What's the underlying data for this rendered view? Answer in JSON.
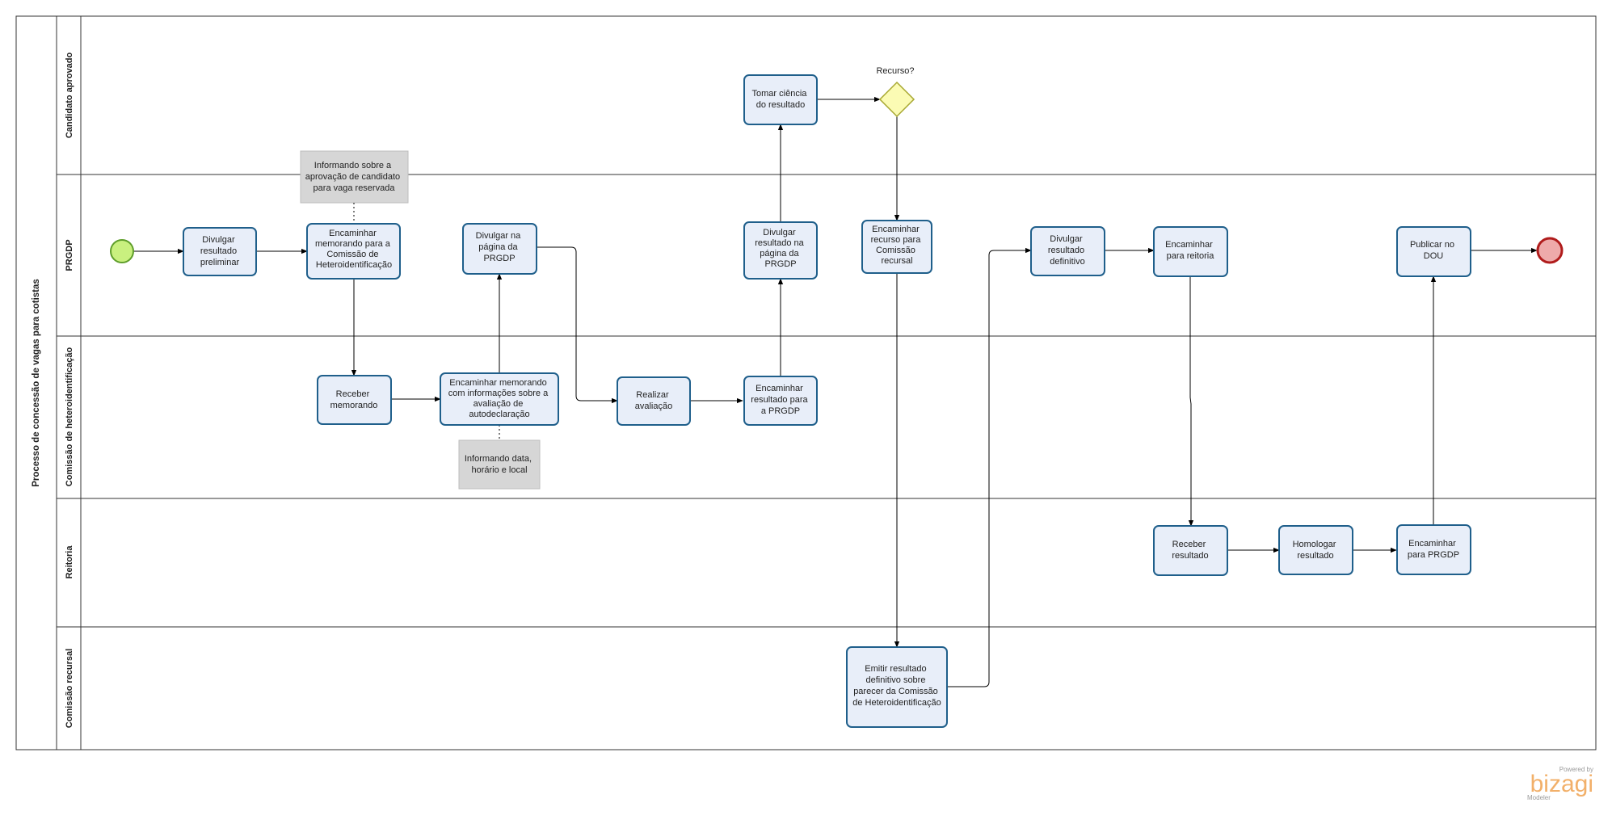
{
  "pool": {
    "label": "Processo de concessão de vagas para cotistas"
  },
  "lanes": [
    {
      "label": "Candidato aprovado"
    },
    {
      "label": "PRGDP"
    },
    {
      "label": "Comissão de heteroidentificação"
    },
    {
      "label": "Reitoria"
    },
    {
      "label": "Comissão recursal"
    }
  ],
  "tasks": {
    "divulgar_preliminar": [
      "Divulgar",
      "resultado",
      "preliminar"
    ],
    "encaminhar_memorando": [
      "Encaminhar",
      "memorando para a",
      "Comissão de",
      "Heteroidentificação"
    ],
    "receber_memorando": [
      "Receber",
      "memorando"
    ],
    "encaminhar_info": [
      "Encaminhar memorando",
      "com informações sobre a",
      "avaliação de",
      "autodeclaração"
    ],
    "divulgar_pagina": [
      "Divulgar na",
      "página da",
      "PRGDP"
    ],
    "realizar_avaliacao": [
      "Realizar",
      "avaliação"
    ],
    "encaminhar_resultado": [
      "Encaminhar",
      "resultado para",
      "a PRGDP"
    ],
    "divulgar_resultado_pagina": [
      "Divulgar",
      "resultado na",
      "página da",
      "PRGDP"
    ],
    "tomar_ciencia": [
      "Tomar ciência",
      "do resultado"
    ],
    "encaminhar_recurso": [
      "Encaminhar",
      "recurso para",
      "Comissão",
      "recursal"
    ],
    "emitir_resultado": [
      "Emitir resultado",
      "definitivo sobre",
      "parecer da Comissão",
      "de Heteroidentificação"
    ],
    "divulgar_definitivo": [
      "Divulgar",
      "resultado",
      "definitivo"
    ],
    "encaminhar_reitoria": [
      "Encaminhar",
      "para reitoria"
    ],
    "receber_resultado": [
      "Receber",
      "resultado"
    ],
    "homologar": [
      "Homologar",
      "resultado"
    ],
    "encaminhar_prgdp": [
      "Encaminhar",
      "para PRGDP"
    ],
    "publicar_dou": [
      "Publicar no",
      "DOU"
    ]
  },
  "gateway": {
    "label": "Recurso?"
  },
  "annotations": {
    "aprovacao": [
      "Informando sobre a",
      "aprovação de candidato",
      "para vaga reservada"
    ],
    "data_local": [
      "Informando data,",
      "horário e local"
    ]
  },
  "logo": {
    "small": "Powered by",
    "brand": "bizagi",
    "sub": "Modeler"
  },
  "colors": {
    "task_fill": "#e8eef9",
    "task_stroke": "#1f5f8b",
    "start_fill": "#c9f07f",
    "start_stroke": "#5f9e2b",
    "end_fill": "#eeaaaa",
    "end_stroke": "#b01c1c",
    "gateway_fill": "#fbfbb4",
    "gateway_stroke": "#a8a832",
    "note_fill": "#d6d6d6",
    "logo": "#f2b06a"
  }
}
